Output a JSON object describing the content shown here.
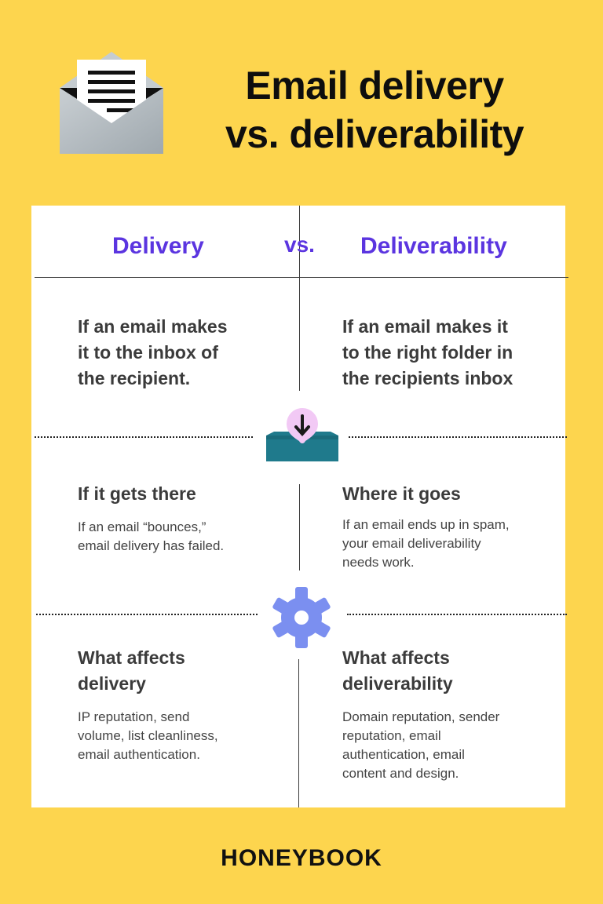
{
  "header": {
    "icon": "open-envelope-icon",
    "title_line1": "Email delivery",
    "title_line2": "vs. deliverability"
  },
  "table": {
    "left_heading": "Delivery",
    "vs_label": "vs.",
    "right_heading": "Deliverability",
    "accent_color": "#5b35e0",
    "definition": {
      "left": [
        "If an email makes",
        "it to the inbox of",
        "the recipient."
      ],
      "right": [
        "If an email makes it",
        "to the right folder in",
        "the recipients inbox"
      ]
    },
    "divider_icon_1": "inbox-download-icon",
    "outcome": {
      "left_title": "If it gets there",
      "left_body": [
        "If an email “bounces,”",
        "email delivery has failed."
      ],
      "right_title": "Where it goes",
      "right_body": [
        "If an email ends up in spam,",
        "your email deliverability",
        "needs work."
      ]
    },
    "divider_icon_2": "gear-icon",
    "factors": {
      "left_title": [
        "What affects",
        "delivery"
      ],
      "left_body": [
        "IP reputation, send",
        "volume, list cleanliness,",
        "email authentication."
      ],
      "right_title": [
        "What affects",
        "deliverability"
      ],
      "right_body": [
        "Domain reputation, sender",
        "reputation, email",
        "authentication, email",
        "content and design."
      ]
    }
  },
  "footer": {
    "brand": "HONEYBOOK"
  },
  "colors": {
    "background": "#FDD54E",
    "card": "#ffffff",
    "accent": "#5b35e0",
    "inbox_teal": "#1f7a8c",
    "arrow_bubble": "#f2c9f5",
    "gear": "#7b8ff0"
  }
}
